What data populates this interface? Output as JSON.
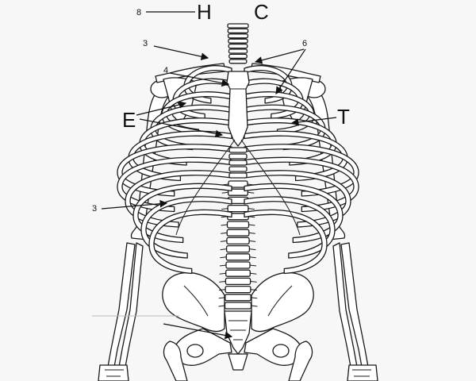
{
  "labels": {
    "num_8": "8",
    "H": "H",
    "C": "C",
    "num_3_shoulder": "3",
    "num_6": "6",
    "num_4": "4",
    "E": "E",
    "T": "T",
    "num_3_arm": "3"
  },
  "colors": {
    "background": "#f7f7f7",
    "bone_fill": "#ffffff",
    "outline": "#1a1a1a"
  }
}
